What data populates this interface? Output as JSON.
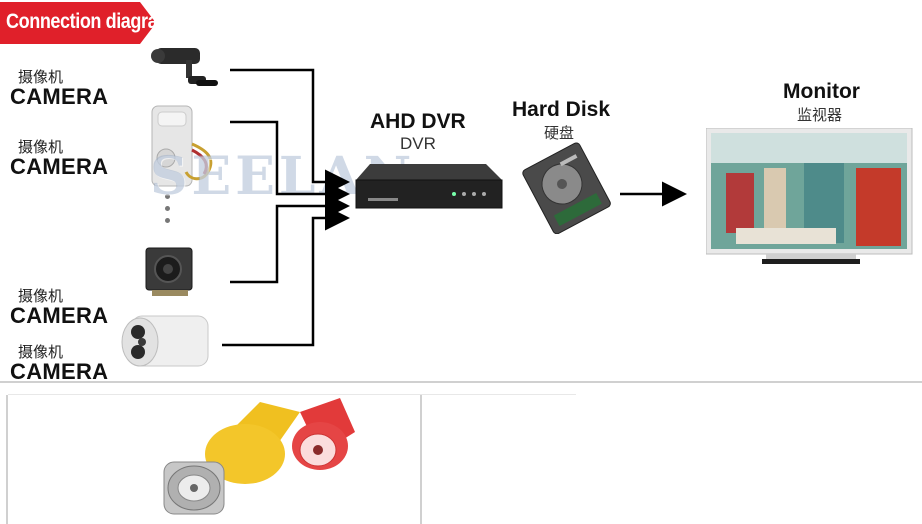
{
  "header": {
    "badge_label": "Connection diagram",
    "badge_color": "#e0202a"
  },
  "cameras": [
    {
      "label_zh": "摄像机",
      "label_en": "CAMERA",
      "icon": "bullet-mini-camera-icon"
    },
    {
      "label_zh": "摄像机",
      "label_en": "CAMERA",
      "icon": "pir-hidden-camera-icon"
    },
    {
      "label_zh": "摄像机",
      "label_en": "CAMERA",
      "icon": "bullet-ir-camera-icon"
    },
    {
      "label_zh": "摄像机",
      "label_en": "CAMERA",
      "icon": "bullet-ir-camera-icon"
    }
  ],
  "dvr": {
    "title": "AHD DVR",
    "subtitle": "DVR",
    "icon": "dvr-box-icon"
  },
  "hard_disk": {
    "title": "Hard Disk",
    "subtitle": "硬盘",
    "icon": "hard-disk-icon"
  },
  "monitor": {
    "title": "Monitor",
    "subtitle": "监视器",
    "icon": "monitor-icon"
  },
  "watermark": "SEELAN",
  "connector_photo": {
    "icon": "bnc-dc-cable-icon"
  }
}
